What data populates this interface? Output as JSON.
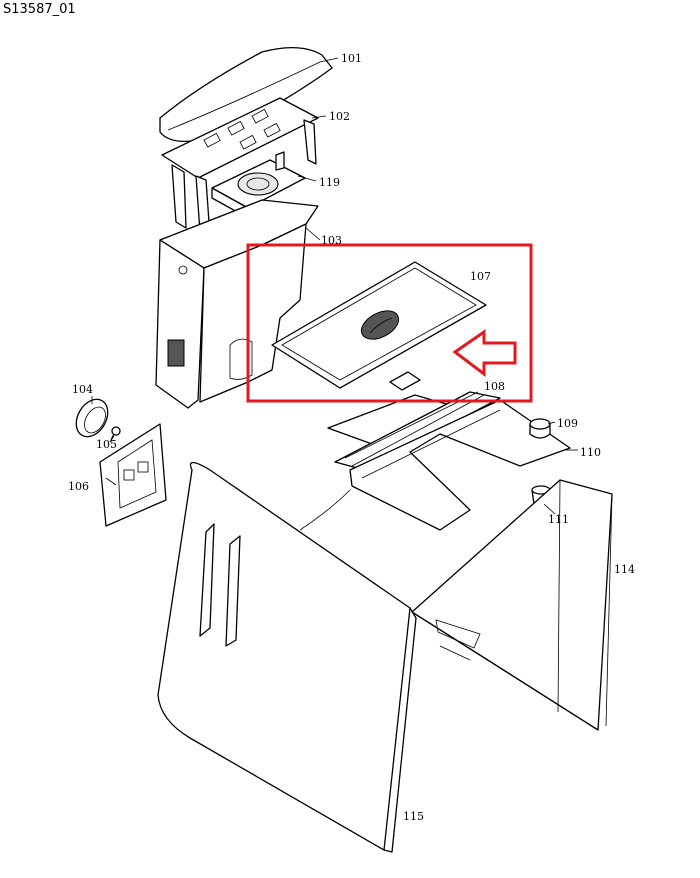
{
  "title": "S13587_01",
  "highlight": {
    "color": "#e3191f",
    "target_part": "107"
  },
  "parts": [
    {
      "id": "p101",
      "label": "101"
    },
    {
      "id": "p102",
      "label": "102"
    },
    {
      "id": "p119",
      "label": "119"
    },
    {
      "id": "p103",
      "label": "103"
    },
    {
      "id": "p107",
      "label": "107"
    },
    {
      "id": "p108",
      "label": "108"
    },
    {
      "id": "p104",
      "label": "104"
    },
    {
      "id": "p105",
      "label": "105"
    },
    {
      "id": "p106",
      "label": "106"
    },
    {
      "id": "p109",
      "label": "109"
    },
    {
      "id": "p110",
      "label": "110"
    },
    {
      "id": "p111",
      "label": "111"
    },
    {
      "id": "p114",
      "label": "114"
    },
    {
      "id": "p115",
      "label": "115"
    }
  ]
}
